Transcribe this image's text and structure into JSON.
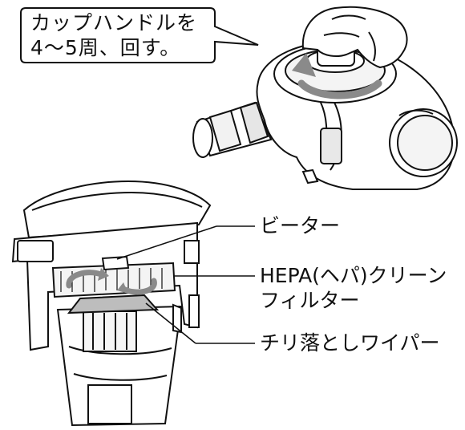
{
  "callout": {
    "line1": "カップハンドルを",
    "line2": "4〜5周、回す。"
  },
  "labels": {
    "beater": "ビーター",
    "hepa_line1": "HEPA(ヘパ)クリーン",
    "hepa_line2": "フィルター",
    "wiper": "チリ落としワイパー"
  },
  "colors": {
    "ink": "#111111",
    "shade": "#8a8a8a",
    "light_shade": "#d9d9d9"
  }
}
